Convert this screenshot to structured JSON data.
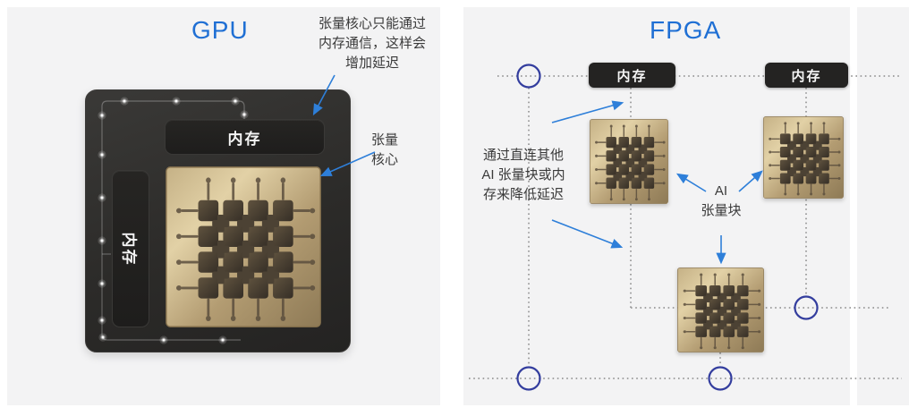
{
  "gpu_panel": {
    "title": "GPU",
    "memory_top_label": "内存",
    "memory_side_label": "内存",
    "annotation_latency": "张量核心只能通过\n内存通信，这样会\n增加延迟",
    "annotation_tensor_core": "张量\n核心"
  },
  "fpga_panel": {
    "title": "FPGA",
    "memory_label_left": "内存",
    "memory_label_right": "内存",
    "annotation_direct_connect": "通过直连其他\nAI 张量块或内\n存来降低延迟",
    "annotation_ai_tensor_block": "AI\n张量块"
  },
  "colors": {
    "title_blue": "#1f6fd4",
    "arrow_blue": "#2e7fd9",
    "node_circle_indigo": "#333d9e",
    "dotted_line_gray": "#9a9a9a",
    "chip_dark": "#2e2d2b",
    "memory_box_dark": "#222120",
    "tensor_gold": "#c9b68c",
    "annotation_text": "#3a3a3a",
    "panel_background": "#f3f3f4"
  }
}
